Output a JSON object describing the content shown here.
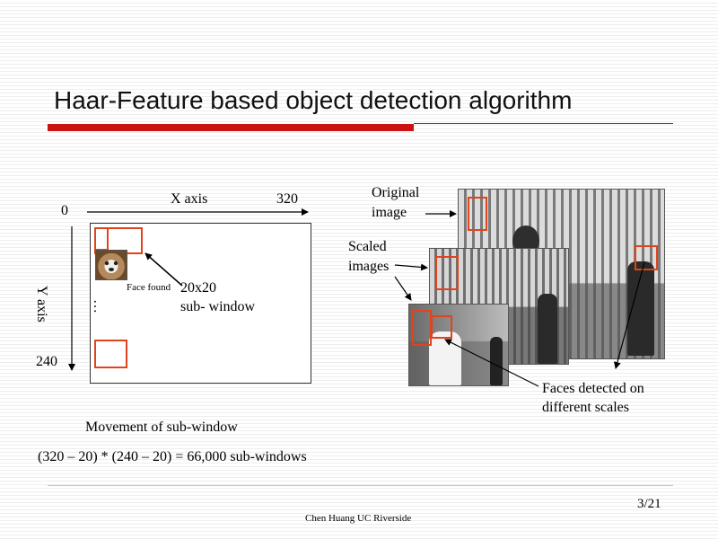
{
  "slide": {
    "title": "Haar-Feature based object detection algorithm",
    "page_number": "3/21",
    "footer": "Chen Huang  UC Riverside"
  },
  "diagram": {
    "origin_label": "0",
    "x_axis_label": "X axis",
    "x_max_label": "320",
    "y_axis_label": "Y axis",
    "y_max_label": "240",
    "face_found_label": "Face found",
    "window_size_label": "20x20",
    "window_desc_label": "sub- window",
    "ellipsis": "…",
    "caption": "Movement of sub-window",
    "formula": "(320 – 20) * (240 – 20) = 66,000 sub-windows"
  },
  "pyramid": {
    "original_label_line1": "Original",
    "original_label_line2": "image",
    "scaled_label_line1": "Scaled",
    "scaled_label_line2": "images",
    "faces_label_line1": "Faces detected on",
    "faces_label_line2": "different scales"
  },
  "colors": {
    "accent_red": "#cc1111",
    "detection_box": "#e0441c"
  }
}
